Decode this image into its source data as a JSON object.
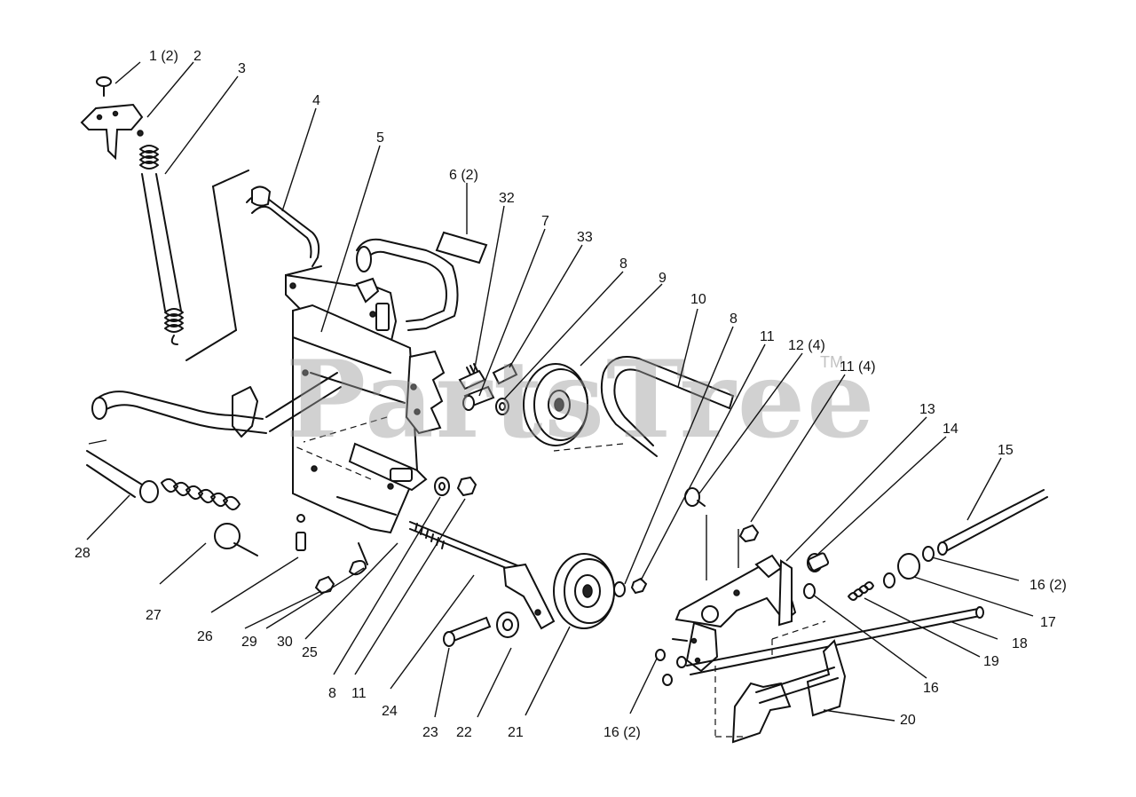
{
  "watermark": {
    "brand": "PartsTree",
    "mark": "TM"
  },
  "labels": {
    "p1": "1 (2)",
    "p2": "2",
    "p3": "3",
    "p4": "4",
    "p5": "5",
    "p6": "6 (2)",
    "p7": "7",
    "p8a": "8",
    "p8b": "8",
    "p8c": "8",
    "p9": "9",
    "p10": "10",
    "p11a": "11",
    "p11b": "11 (4)",
    "p11c": "11",
    "p12": "12 (4)",
    "p13": "13",
    "p14": "14",
    "p15": "15",
    "p16a": "16 (2)",
    "p16b": "16",
    "p16c": "16 (2)",
    "p17": "17",
    "p18": "18",
    "p19": "19",
    "p20": "20",
    "p21": "21",
    "p22": "22",
    "p23": "23",
    "p24": "24",
    "p25": "25",
    "p26": "26",
    "p27": "27",
    "p28": "28",
    "p29": "29",
    "p30": "30",
    "p32": "32",
    "p33": "33"
  }
}
